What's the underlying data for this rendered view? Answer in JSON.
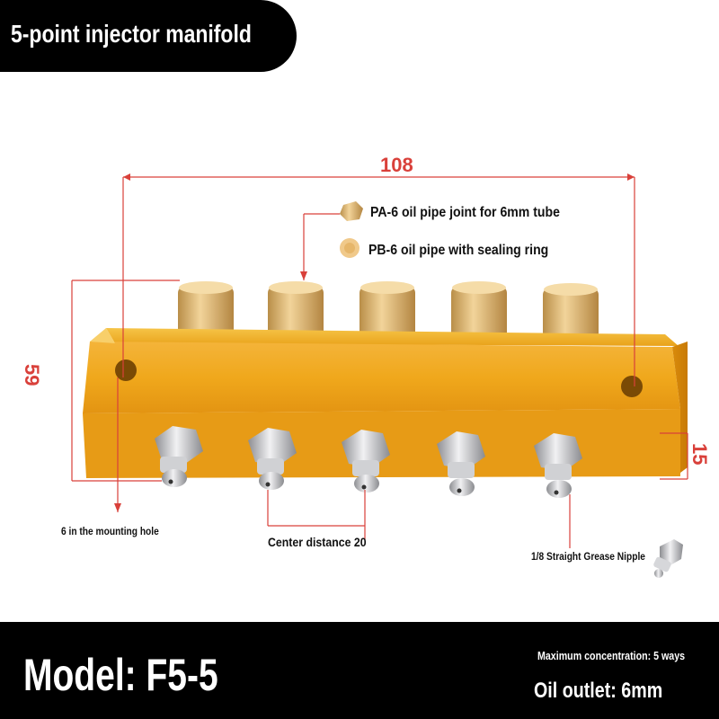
{
  "header": {
    "title": "5-point injector manifold"
  },
  "dimensions": {
    "width_label": "108",
    "height_label": "59",
    "side_label": "15"
  },
  "callouts": {
    "pa6": "PA-6 oil pipe joint for 6mm tube",
    "pb6": "PB-6 oil pipe with sealing ring",
    "mounting_hole": "6 in the mounting hole",
    "center_distance": "Center distance 20",
    "grease_nipple": "1/8 Straight Grease Nipple"
  },
  "footer": {
    "model": "Model: F5-5",
    "max_concentration": "Maximum concentration: 5 ways",
    "oil_outlet": "Oil outlet: 6mm"
  },
  "colors": {
    "dimension_red": "#d9403a",
    "manifold_gold": "#f0a81c",
    "brass": "#e3bd73",
    "steel": "#c9cacc"
  }
}
